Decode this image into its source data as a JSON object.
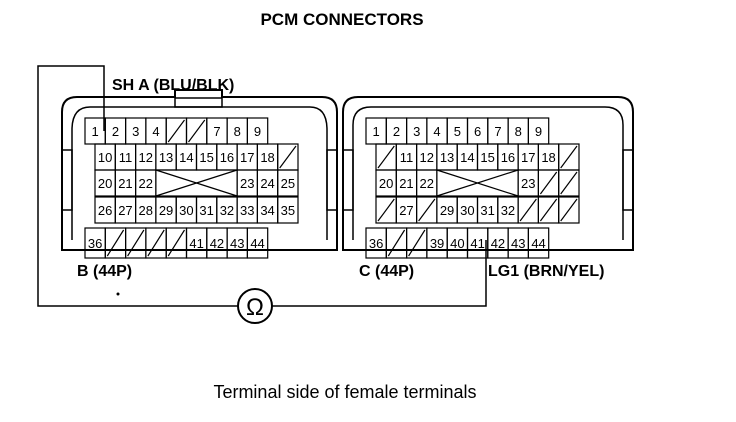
{
  "title": "PCM CONNECTORS",
  "caption": "Terminal side of female terminals",
  "labels": {
    "wire_a": "SH A (BLU/BLK)",
    "wire_b": "LG1 (BRN/YEL)",
    "connector_b": "B (44P)",
    "connector_c": "C (44P)"
  },
  "meter_symbol": "Ω",
  "connector_b": {
    "rows": [
      [
        "1",
        "2",
        "3",
        "4",
        "/",
        "/",
        "7",
        "8",
        "9"
      ],
      [
        "10",
        "11",
        "12",
        "13",
        "14",
        "15",
        "16",
        "17",
        "18",
        "/"
      ],
      [
        "20",
        "21",
        "22",
        "X",
        "23",
        "24",
        "25"
      ],
      [
        "26",
        "27",
        "28",
        "29",
        "30",
        "31",
        "32",
        "33",
        "34",
        "35"
      ],
      [
        "36",
        "/",
        "/",
        "/",
        "/",
        "41",
        "42",
        "43",
        "44"
      ]
    ]
  },
  "connector_c": {
    "rows": [
      [
        "1",
        "2",
        "3",
        "4",
        "5",
        "6",
        "7",
        "8",
        "9"
      ],
      [
        "/",
        "11",
        "12",
        "13",
        "14",
        "15",
        "16",
        "17",
        "18",
        "/"
      ],
      [
        "20",
        "21",
        "22",
        "X",
        "23",
        "/",
        "/"
      ],
      [
        "/",
        "27",
        "/",
        "29",
        "30",
        "31",
        "32",
        "/",
        "/",
        "/"
      ],
      [
        "36",
        "/",
        "/",
        "39",
        "40",
        "41",
        "42",
        "43",
        "44"
      ]
    ]
  }
}
